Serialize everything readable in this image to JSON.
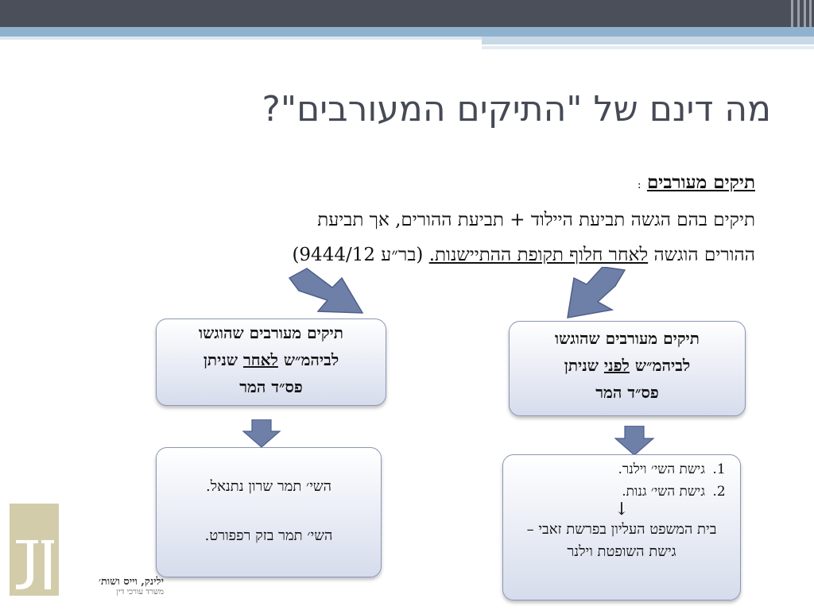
{
  "slide": {
    "title": "מה דינם של \"התיקים המעורבים\"?",
    "intro": {
      "heading": "תיקים מעורבים",
      "colon": ":",
      "line1": "תיקים בהם הגשה תביעת היילוד + תביעת ההורים, אך תביעת",
      "line2_start": "ההורים הוגשה",
      "line2_underlined": "לאחר חלוף תקופת ההתיישנות.",
      "line2_end": "(בר״ע 9444/12)"
    },
    "box_right_top": {
      "line1": "תיקים מעורבים שהוגשו",
      "line2_pre": "לביהמ״ש",
      "line2_emph": "לפני",
      "line2_post": "שניתן",
      "line3": "פס״ד המר"
    },
    "box_left_top": {
      "line1": "תיקים מעורבים שהוגשו",
      "line2_pre": "לביהמ״ש",
      "line2_emph": "לאחר",
      "line2_post": "שניתן",
      "line3": "פס״ד המר"
    },
    "box_right_bottom": {
      "items": [
        "גישת השי׳ וילנר.",
        "גישת השי׳ גנות."
      ],
      "arrow": "↓",
      "ruling": "בית המשפט העליון בפרשת זאבי – גישת השופטת וילנר"
    },
    "box_left_bottom": {
      "name1": "השי׳ תמר שרון נתנאל.",
      "name2": "השי׳ תמר בזק רפפורט."
    },
    "logo": {
      "name": "ילינק, וייס ושות׳",
      "subtitle": "משרד עורכי דין"
    }
  },
  "colors": {
    "title": "#454a55",
    "arrow_fill": "#6e7fa8",
    "topbar": "#4b4f5a",
    "band": "#8fb2cf"
  }
}
